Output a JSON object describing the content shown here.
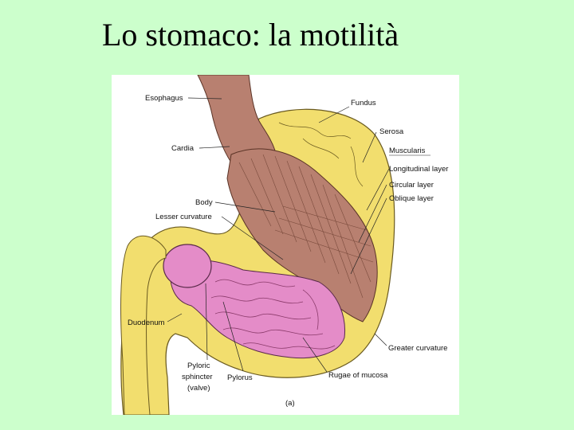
{
  "slide": {
    "title": "Lo stomaco: la motilità"
  },
  "figure": {
    "panel_label": "(a)",
    "labels": {
      "esophagus": "Esophagus",
      "cardia": "Cardia",
      "body": "Body",
      "lesser_curvature": "Lesser curvature",
      "duodenum": "Duodenum",
      "pyloric_sphincter_line1": "Pyloric",
      "pyloric_sphincter_line2": "sphincter",
      "pyloric_sphincter_line3": "(valve)",
      "pylorus": "Pylorus",
      "fundus": "Fundus",
      "serosa": "Serosa",
      "muscularis": "Muscularis",
      "longitudinal_layer": "Longitudinal layer",
      "circular_layer": "Circular layer",
      "oblique_layer": "Oblique layer",
      "greater_curvature": "Greater curvature",
      "rugae_of_mucosa": "Rugae of mucosa"
    },
    "colors": {
      "serosa": "#f2de6e",
      "muscle": "#b88070",
      "mucosa": "#e48cc8",
      "background": "#ffffff"
    }
  }
}
